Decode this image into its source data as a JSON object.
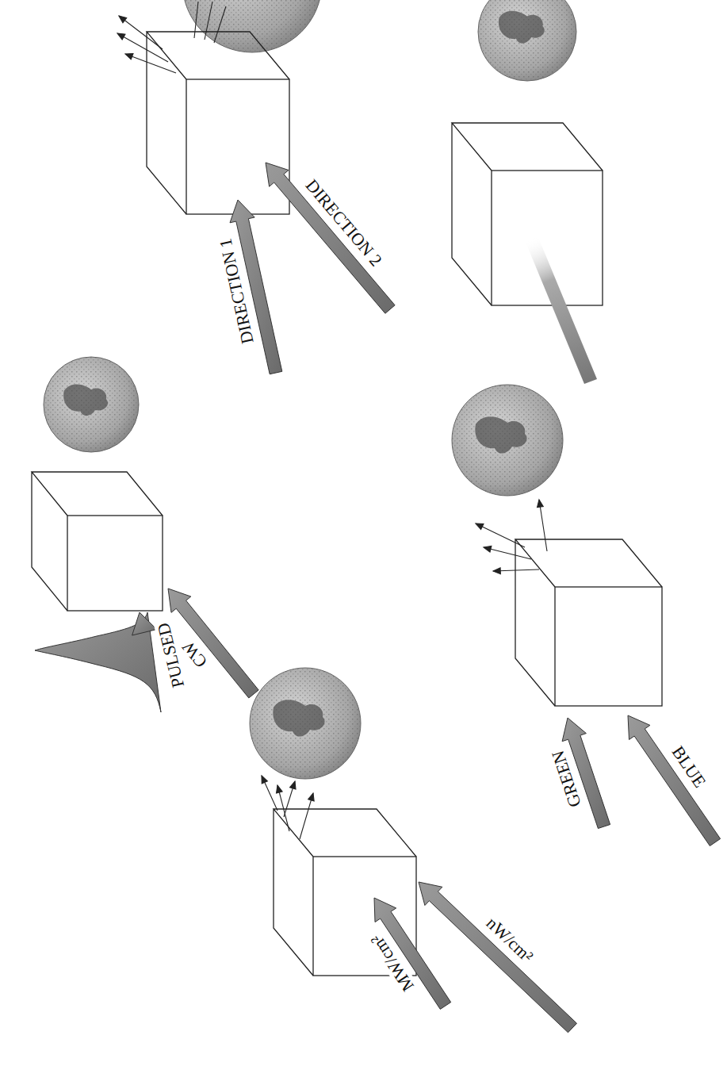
{
  "diagram": {
    "labels": [
      "PULSED",
      "CW",
      "DIRECTION 1",
      "DIRECTION 2",
      "MW/cm²",
      "nW/cm²",
      "GREEN",
      "BLUE"
    ]
  }
}
